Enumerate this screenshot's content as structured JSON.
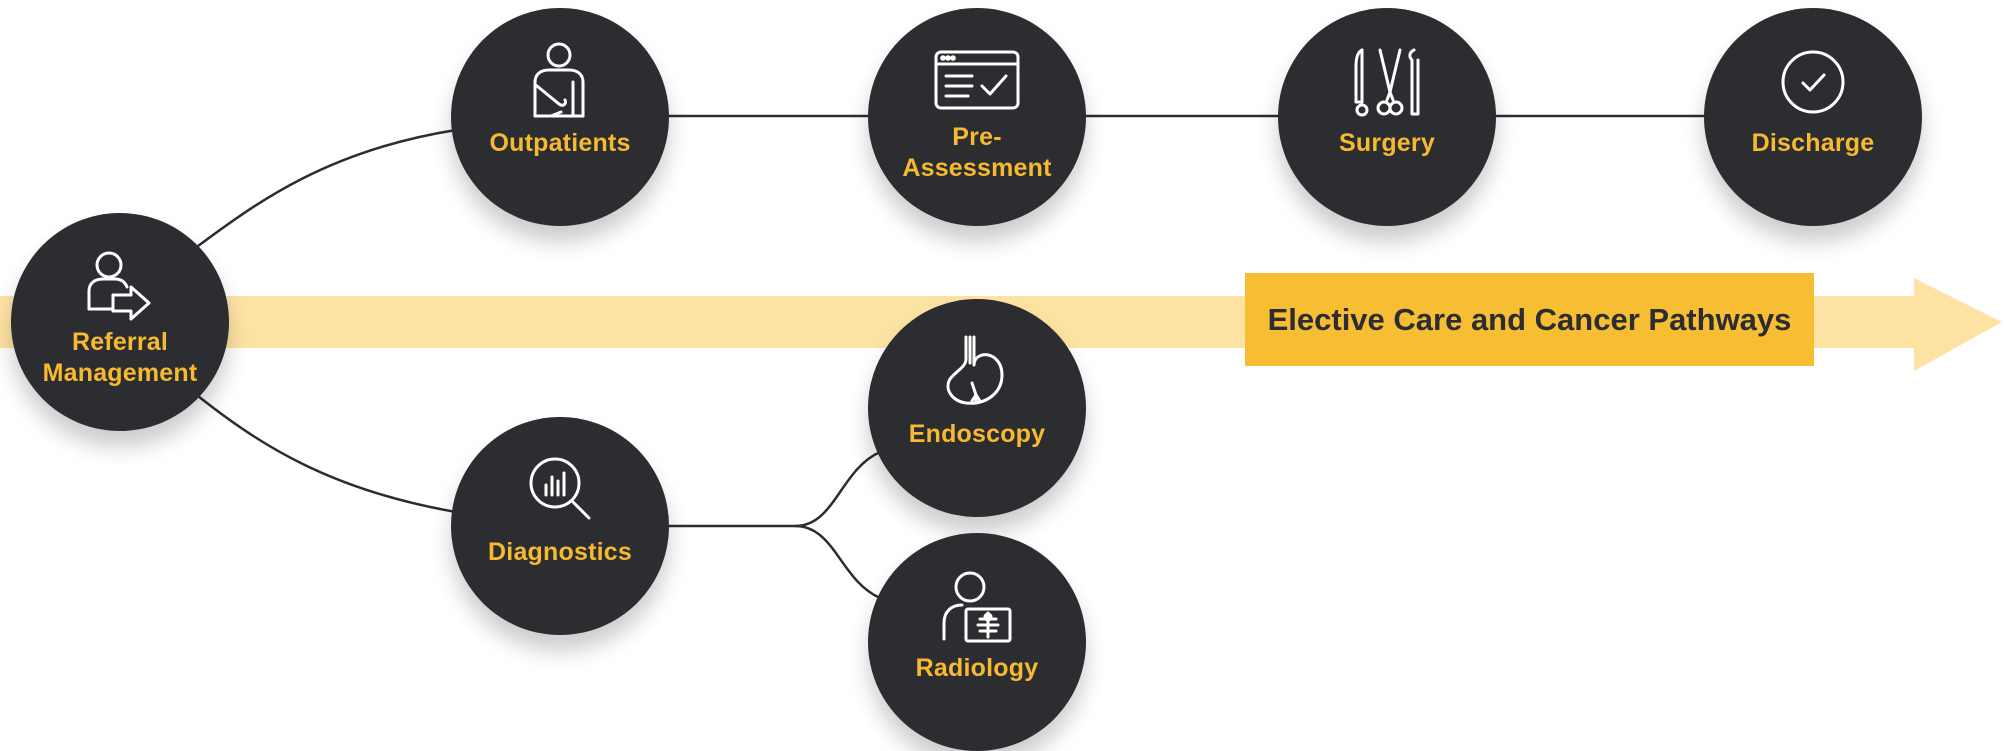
{
  "diagram": {
    "pathway_title": "Elective Care and Cancer Pathways",
    "colors": {
      "node_fill": "#2b2d30",
      "label_accent": "#f7b930",
      "arrow_band": "#fde3a3",
      "title_box": "#f7bd33",
      "connector": "#2b2d30"
    },
    "nodes": {
      "referral": {
        "label_line1": "Referral",
        "label_line2": "Management",
        "icon": "person-referral-icon"
      },
      "outpatients": {
        "label": "Outpatients",
        "icon": "patient-arm-sling-icon"
      },
      "pre_assessment": {
        "label_line1": "Pre-",
        "label_line2": "Assessment",
        "icon": "checklist-window-icon"
      },
      "surgery": {
        "label": "Surgery",
        "icon": "surgical-instruments-icon"
      },
      "discharge": {
        "label": "Discharge",
        "icon": "check-circle-icon"
      },
      "diagnostics": {
        "label": "Diagnostics",
        "icon": "magnifier-chart-icon"
      },
      "endoscopy": {
        "label": "Endoscopy",
        "icon": "stomach-icon"
      },
      "radiology": {
        "label": "Radiology",
        "icon": "xray-person-icon"
      }
    }
  }
}
